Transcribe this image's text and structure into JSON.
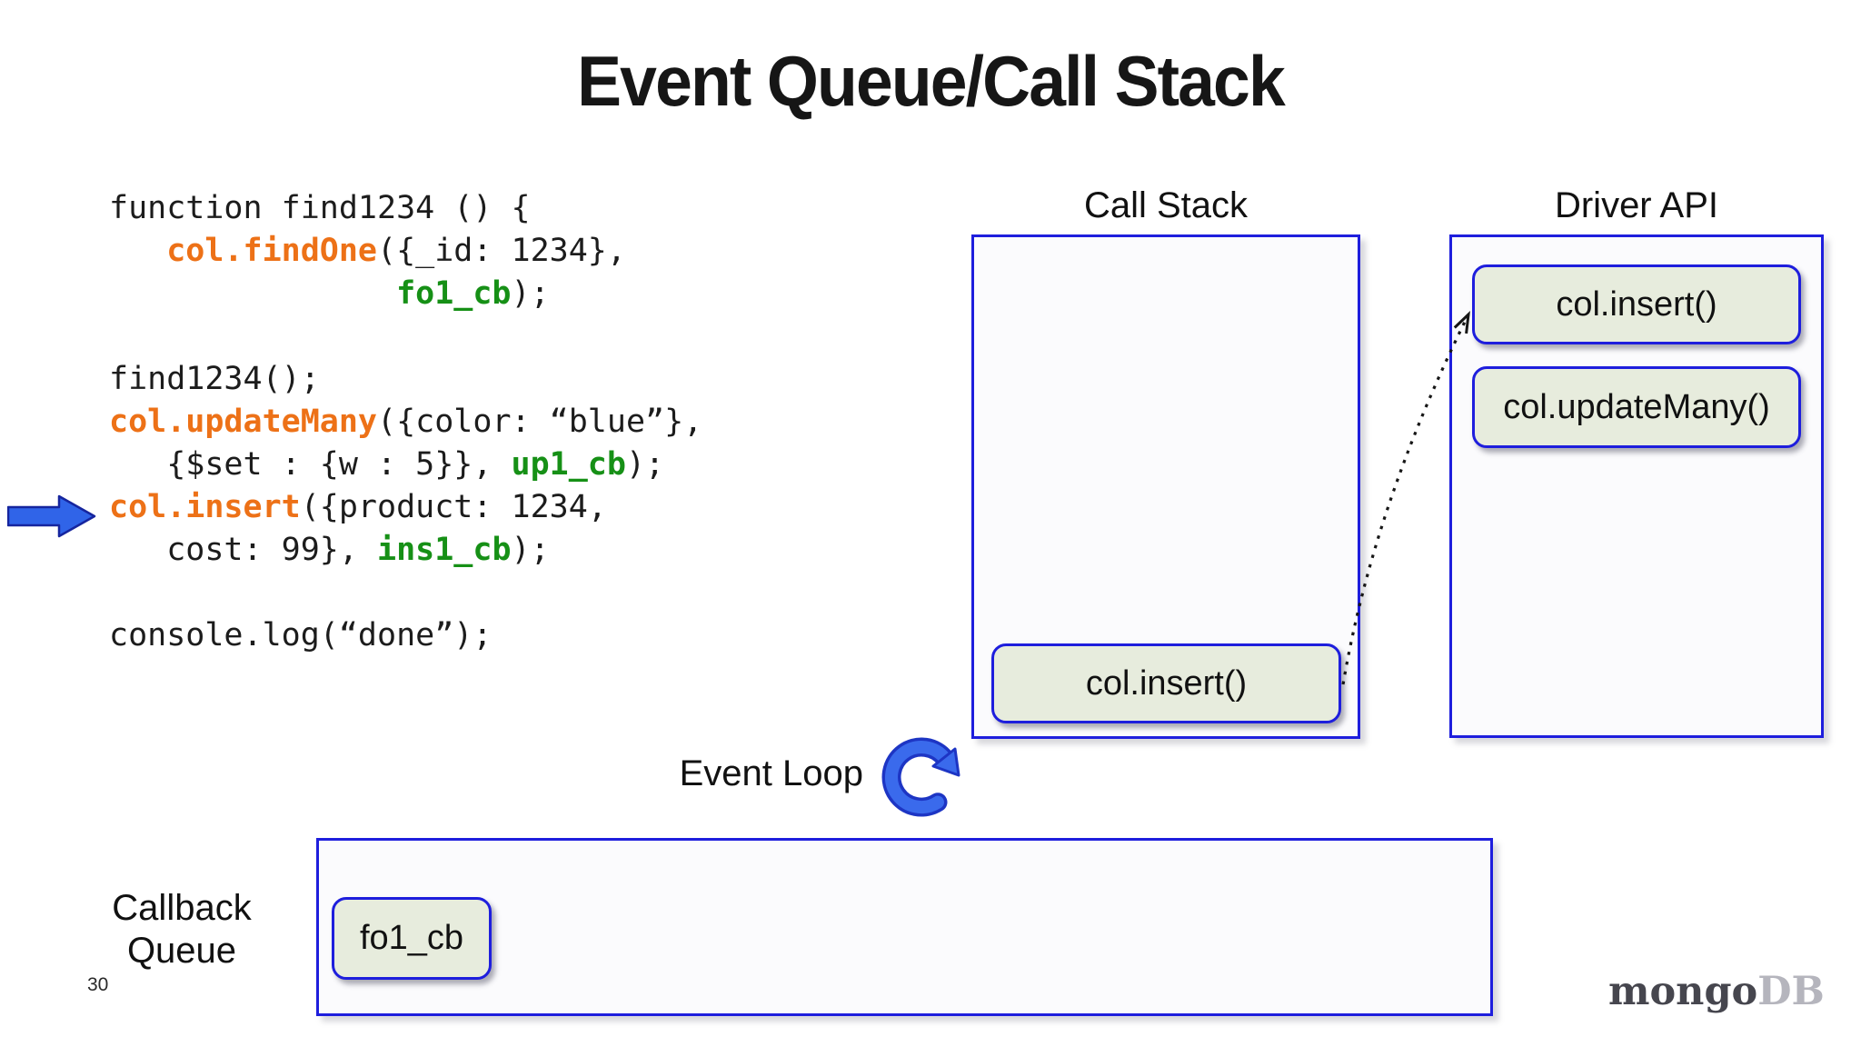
{
  "slide": {
    "title": "Event Queue/Call Stack",
    "page_number": "30"
  },
  "code": {
    "lines": [
      [
        {
          "t": "function find1234 () {",
          "c": "p"
        }
      ],
      [
        {
          "t": "   ",
          "c": "p"
        },
        {
          "t": "col.findOne",
          "c": "o"
        },
        {
          "t": "({_id: 1234},",
          "c": "p"
        }
      ],
      [
        {
          "t": "               ",
          "c": "p"
        },
        {
          "t": "fo1_cb",
          "c": "g"
        },
        {
          "t": ");",
          "c": "p"
        }
      ],
      [],
      [
        {
          "t": "find1234();",
          "c": "p"
        }
      ],
      [
        {
          "t": "col.updateMany",
          "c": "o"
        },
        {
          "t": "({color: “blue”},",
          "c": "p"
        }
      ],
      [
        {
          "t": "   {$set : {w : 5}}, ",
          "c": "p"
        },
        {
          "t": "up1_cb",
          "c": "g"
        },
        {
          "t": ");",
          "c": "p"
        }
      ],
      [
        {
          "t": "col.insert",
          "c": "o"
        },
        {
          "t": "({product: 1234,",
          "c": "p"
        }
      ],
      [
        {
          "t": "   cost: 99}, ",
          "c": "p"
        },
        {
          "t": "ins1_cb",
          "c": "g"
        },
        {
          "t": ");",
          "c": "p"
        }
      ],
      [],
      [
        {
          "t": "console.log(“done”);",
          "c": "p"
        }
      ]
    ]
  },
  "pointer": {
    "icon": "right-block-arrow",
    "points_to": "col.insert"
  },
  "call_stack": {
    "label": "Call Stack",
    "items": [
      "col.insert()"
    ]
  },
  "driver_api": {
    "label": "Driver API",
    "items": [
      "col.insert()",
      "col.updateMany()"
    ]
  },
  "event_loop": {
    "label": "Event Loop",
    "icon": "circular-clockwise-arrow"
  },
  "callback_queue": {
    "label_line1": "Callback",
    "label_line2": "Queue",
    "items": [
      "fo1_cb"
    ]
  },
  "dispatch_arrow": {
    "style": "dotted",
    "from": "call-stack col.insert()",
    "to": "driver-api col.insert()"
  },
  "logo": {
    "part1": "mongo",
    "part2": "DB"
  },
  "colors": {
    "box_border_blue": "#1e1edd",
    "chip_fill_green": "#e7ecdd",
    "code_method_orange": "#ed7117",
    "code_callback_green": "#169016",
    "event_loop_blue": "#3a6aec",
    "pointer_arrow_blue": "#3064e8"
  }
}
